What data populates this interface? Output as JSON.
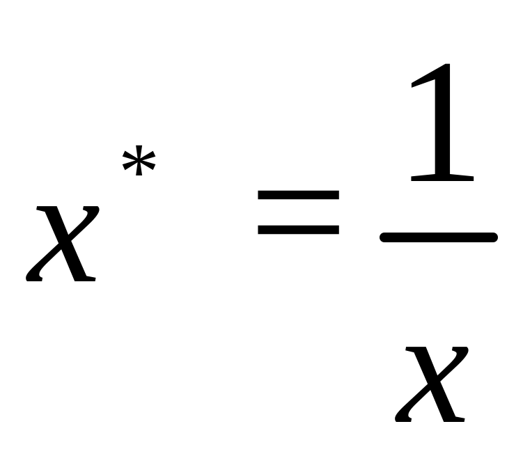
{
  "formula": {
    "lhs_variable": "x",
    "lhs_superscript": "*",
    "relation": "=",
    "numerator": "1",
    "denominator": "x"
  },
  "colors": {
    "text": "#000000",
    "background": "#ffffff"
  }
}
